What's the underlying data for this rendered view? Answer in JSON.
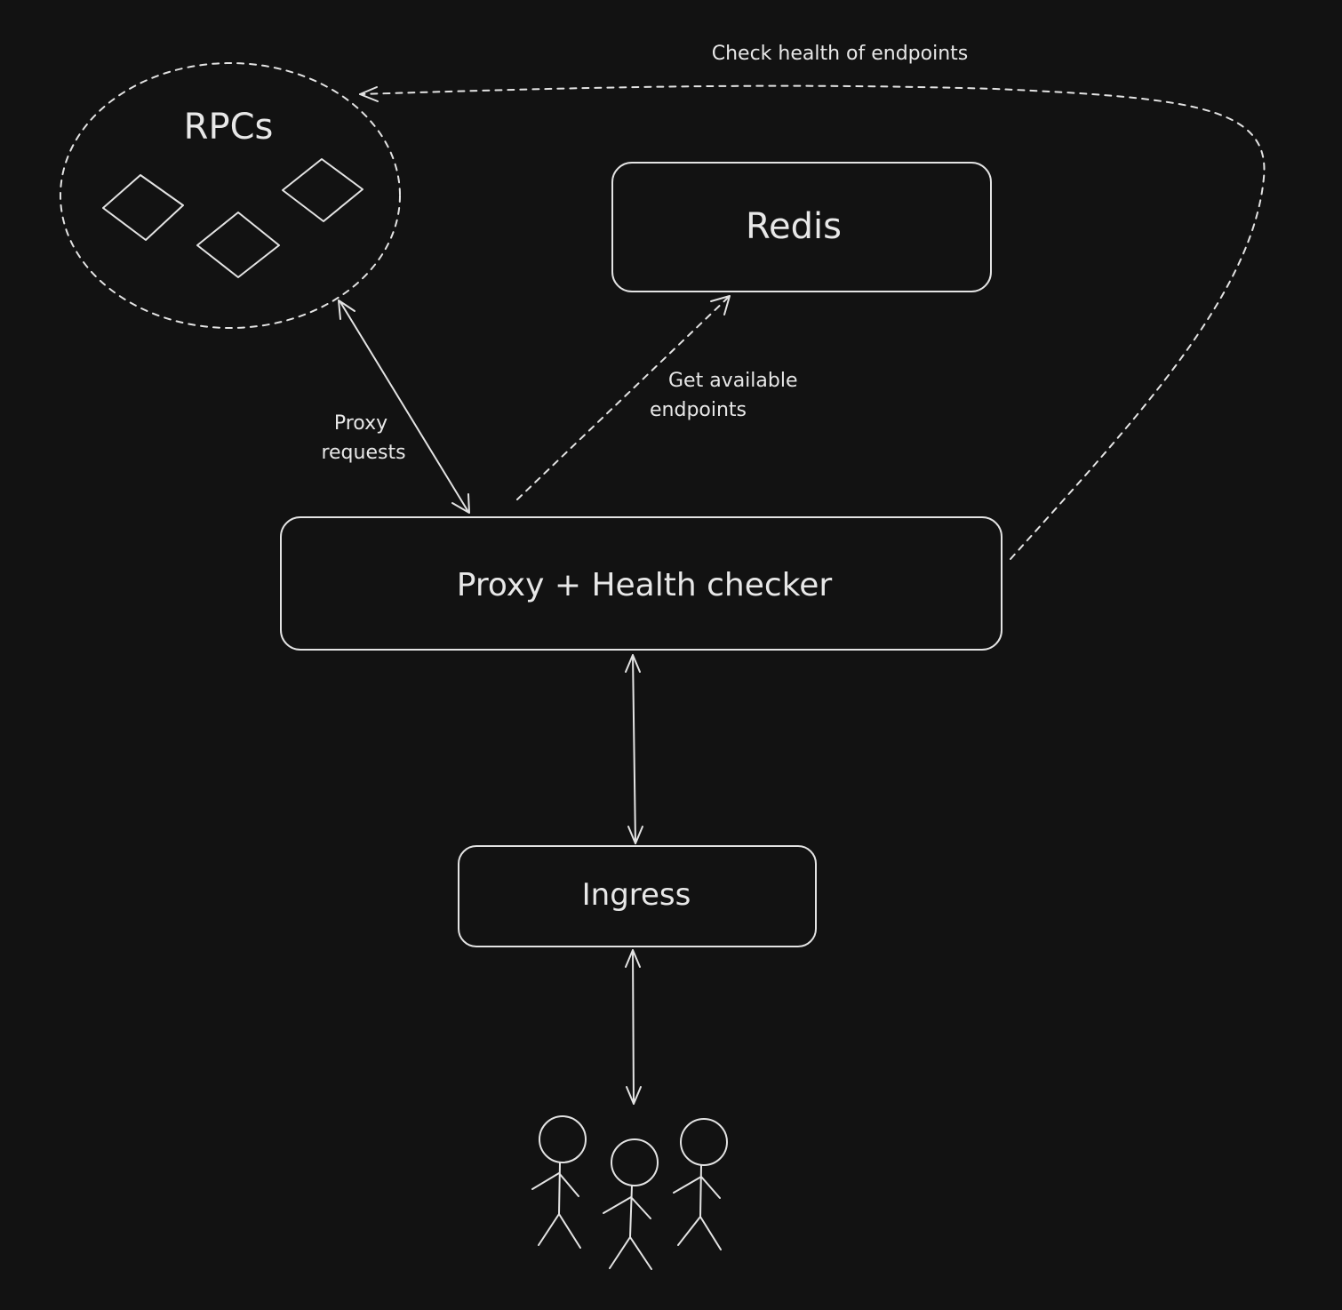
{
  "nodes": {
    "rpcs": {
      "label": "RPCs"
    },
    "redis": {
      "label": "Redis"
    },
    "proxy": {
      "label": "Proxy + Health checker"
    },
    "ingress": {
      "label": "Ingress"
    }
  },
  "edges": {
    "health_check": {
      "label": "Check health of endpoints"
    },
    "proxy_requests": {
      "label_line1": "Proxy",
      "label_line2": "requests"
    },
    "get_endpoints": {
      "label_line1": "Get available",
      "label_line2": "endpoints"
    }
  },
  "colors": {
    "background": "#121212",
    "stroke": "#e3e3e3",
    "text": "#e8e8e8"
  }
}
